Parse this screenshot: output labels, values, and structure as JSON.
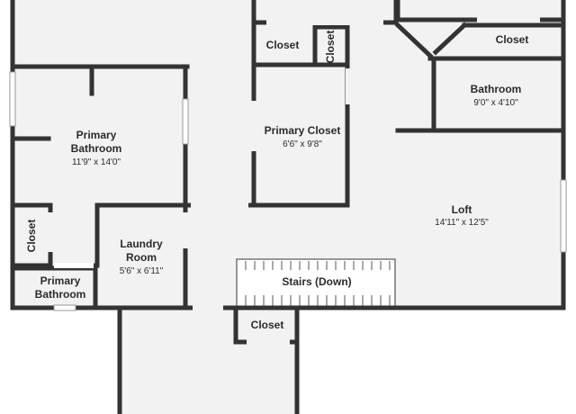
{
  "rooms": {
    "closet_top_left": {
      "name": "Closet"
    },
    "closet_top_vertical": {
      "name": "Closet"
    },
    "closet_top_right": {
      "name": "Closet"
    },
    "bathroom": {
      "name": "Bathroom",
      "dims": "9'0\" x 4'10\""
    },
    "primary_bathroom": {
      "name_line1": "Primary",
      "name_line2": "Bathroom",
      "dims": "11'9\" x 14'0\""
    },
    "primary_closet": {
      "name": "Primary Closet",
      "dims": "6'6\" x 9'8\""
    },
    "loft": {
      "name": "Loft",
      "dims": "14'11\" x 12'5\""
    },
    "closet_left_vertical": {
      "name": "Closet"
    },
    "laundry_room": {
      "name_line1": "Laundry",
      "name_line2": "Room",
      "dims": "5'6\" x 6'11\""
    },
    "stairs": {
      "name": "Stairs (Down)"
    },
    "primary_bathroom_small": {
      "name_line1": "Primary",
      "name_line2": "Bathroom"
    },
    "closet_bottom": {
      "name": "Closet"
    }
  },
  "colors": {
    "floor": "#f2f2f2",
    "wall": "#333333",
    "window": "#9a9a9a"
  }
}
